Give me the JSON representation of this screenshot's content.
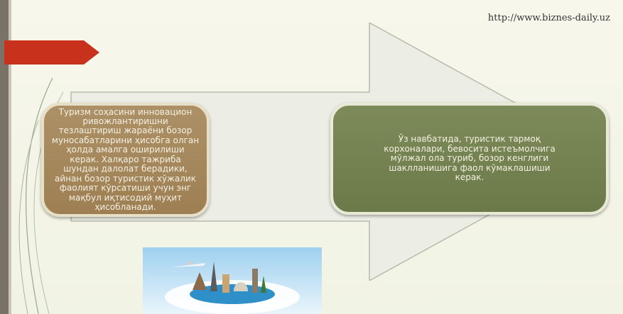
{
  "slide": {
    "source_url": "http://www.biznes-daily.uz",
    "left_box_text": "Туризм соҳасини инновацион ривожлантиришни тезлаштириш жараёни бозор муносабатларини ҳисобга олган ҳолда амалга оширилиши керак. Халқаро тажриба шундан далолат берадики,  айнан бозор туристик хўжалик фаолият кўрсатиши учун энг мақбул иқтисодий муҳит ҳисобланади.",
    "right_box_text": "Ўз навбатида, туристик тармоқ корхоналари, бевосита истеъмолчига мўлжал ола туриб,  бозор кенглиги шаклланишига фаол кўмаклашиши керак."
  },
  "colors": {
    "accent_red": "#c8311c",
    "brown_box": "#a58a5d",
    "green_box": "#75834f",
    "arrow_fill": "#eceee6"
  },
  "icons": {
    "flag": "red-pointer-flag-icon",
    "picture": "travel-landmarks-picture"
  }
}
